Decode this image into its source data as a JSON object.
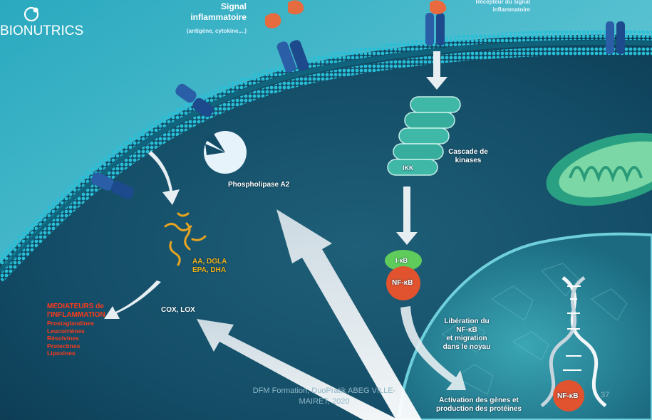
{
  "logo": {
    "text": "BIONUTRICS",
    "icon": "leaf-drop-logo"
  },
  "signal": {
    "title_line1": "Signal",
    "title_line2": "inflammatoire",
    "subtitle": "(antigène, cytokine,...)"
  },
  "receptor": {
    "line1": "Récepteur du signal",
    "line2": "inflammatoire"
  },
  "labels": {
    "phospholipase": "Phospholipase A2",
    "cascade_line1": "Cascade de",
    "cascade_line2": "kinases",
    "ikk": "IKK",
    "ikb": "I-κB",
    "nfkb": "NF-κB",
    "nfkb_nucleus": "NF-κB",
    "fatty_line1": "AA, DGLA",
    "fatty_line2": "EPA, DHA",
    "cox_lox": "COX, LOX",
    "liberation": [
      "Libération du",
      "NF-κB",
      "et migration",
      "dans le noyau"
    ],
    "activation": [
      "Activation des gènes et",
      "production des protéines"
    ]
  },
  "mediators": {
    "title_line1": "MEDIATEURS de",
    "title_line2": "l'INFLAMMATION",
    "items": [
      "Prostaglandines",
      "Leucotriènes",
      "Résolvines",
      "Protectines",
      "Lipoxines"
    ]
  },
  "footer": {
    "line1": "DFM Formation, DuoPratik ABEG VILLE-",
    "line2": "MAIRET, 2020",
    "page": "37"
  },
  "colors": {
    "membrane": "#1fb4cf",
    "receptor": "#2a5fa8",
    "mediator_red": "#ff3a1a",
    "fatty_yellow": "#f2b31b",
    "ikb_green": "#5ecb5a",
    "nfkb_red": "#e0532e"
  }
}
